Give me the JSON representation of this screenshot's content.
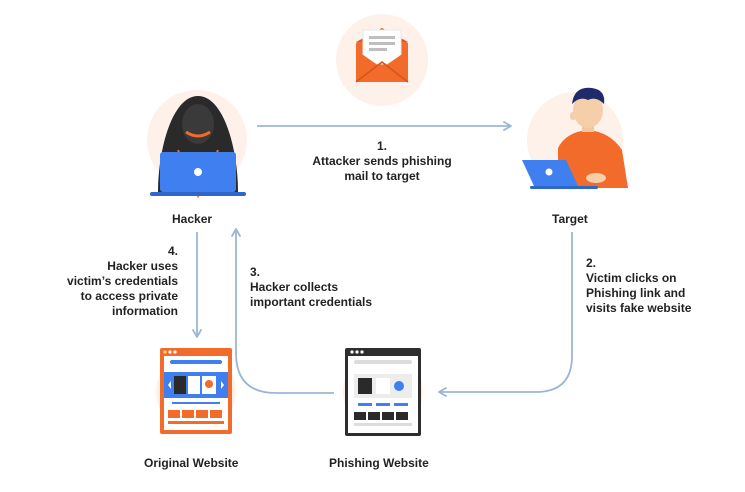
{
  "nodes": {
    "hacker": "Hacker",
    "target": "Target",
    "original_website": "Original Website",
    "phishing_website": "Phishing Website"
  },
  "steps": [
    {
      "number": "1.",
      "text": "Attacker sends phishing\nmail to target"
    },
    {
      "number": "2.",
      "text": "Victim clicks on\nPhishing link and\nvisits fake website"
    },
    {
      "number": "3.",
      "text": "Hacker collects\nimportant credentials"
    },
    {
      "number": "4.",
      "text": "Hacker uses\nvictim’s credentials\nto access private\ninformation"
    }
  ],
  "colors": {
    "arrow": "#9bb6d8",
    "halo": "#fdf1ea",
    "accent_orange": "#f26b2a",
    "accent_blue": "#3f7ff0",
    "hood_dark": "#2a2a2a",
    "hair_navy": "#1f2a6b"
  },
  "icons": [
    "envelope-icon",
    "hacker-icon",
    "target-person-icon",
    "original-website-icon",
    "phishing-website-icon"
  ]
}
